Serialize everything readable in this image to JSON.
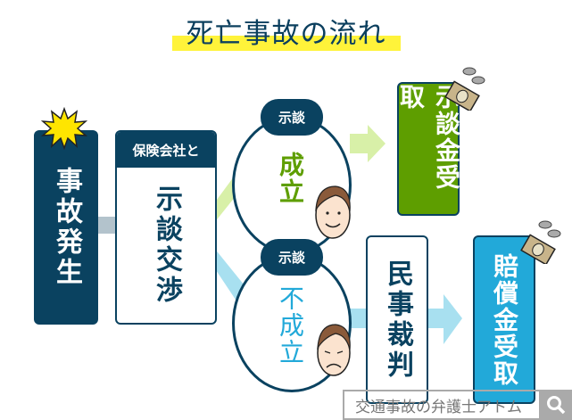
{
  "title": "死亡事故の流れ",
  "steps": {
    "accident": "事故発生",
    "negotiation_header": "保険会社と",
    "negotiation": "示談交渉",
    "settlement_pill": "示談",
    "success": "成立",
    "failure_pill": "示談",
    "failure": "不成立",
    "lawsuit": "民事裁判",
    "settlement_receipt": "示談金受取",
    "compensation_receipt": "賠償金受取"
  },
  "footer": {
    "search_text": "交通事故の弁護士アトム"
  },
  "colors": {
    "navy": "#0a4260",
    "green": "#5e9e00",
    "blue": "#22a9d9",
    "yellow": "#fff33a"
  }
}
